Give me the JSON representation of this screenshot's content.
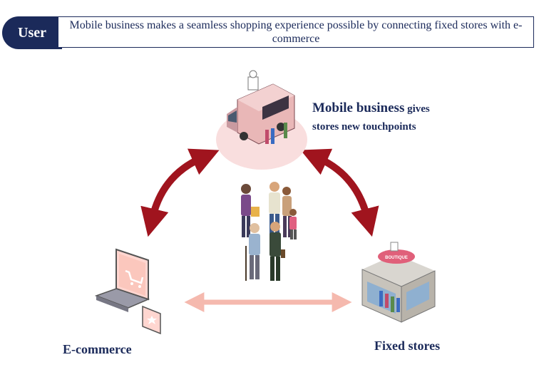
{
  "header": {
    "badge": "User",
    "banner_text": "Mobile business makes a seamless shopping experience possible by connecting fixed stores with e-commerce"
  },
  "nodes": {
    "mobile": {
      "title": "Mobile business",
      "subtitle_a": " gives",
      "subtitle_b": "stores new touchpoints"
    },
    "ecommerce": {
      "title": "E-commerce"
    },
    "fixed": {
      "title": "Fixed stores",
      "store_sign": "BOUTIQUE"
    }
  },
  "colors": {
    "navy": "#1b2a5a",
    "arrow_dark_red": "#a0141e",
    "arrow_light": "#f5b9ae",
    "truck_pink": "#e9b7b7"
  }
}
